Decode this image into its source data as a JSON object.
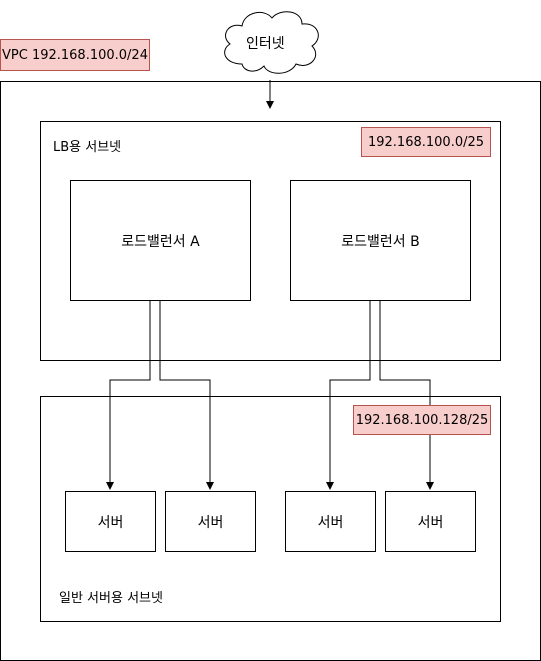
{
  "internet": {
    "label": "인터넷"
  },
  "vpc": {
    "cidr_label": "VPC 192.168.100.0/24"
  },
  "lb_subnet": {
    "title": "LB용 서브넷",
    "cidr_label": "192.168.100.0/25",
    "load_balancers": [
      {
        "label": "로드밸런서 A"
      },
      {
        "label": "로드밸런서 B"
      }
    ]
  },
  "server_subnet": {
    "title": "일반 서버용 서브넷",
    "cidr_label": "192.168.100.128/25",
    "servers": [
      {
        "label": "서버"
      },
      {
        "label": "서버"
      },
      {
        "label": "서버"
      },
      {
        "label": "서버"
      }
    ]
  },
  "colors": {
    "tag_fill": "#f8cecc",
    "tag_border": "#b85450",
    "line": "#000000"
  }
}
